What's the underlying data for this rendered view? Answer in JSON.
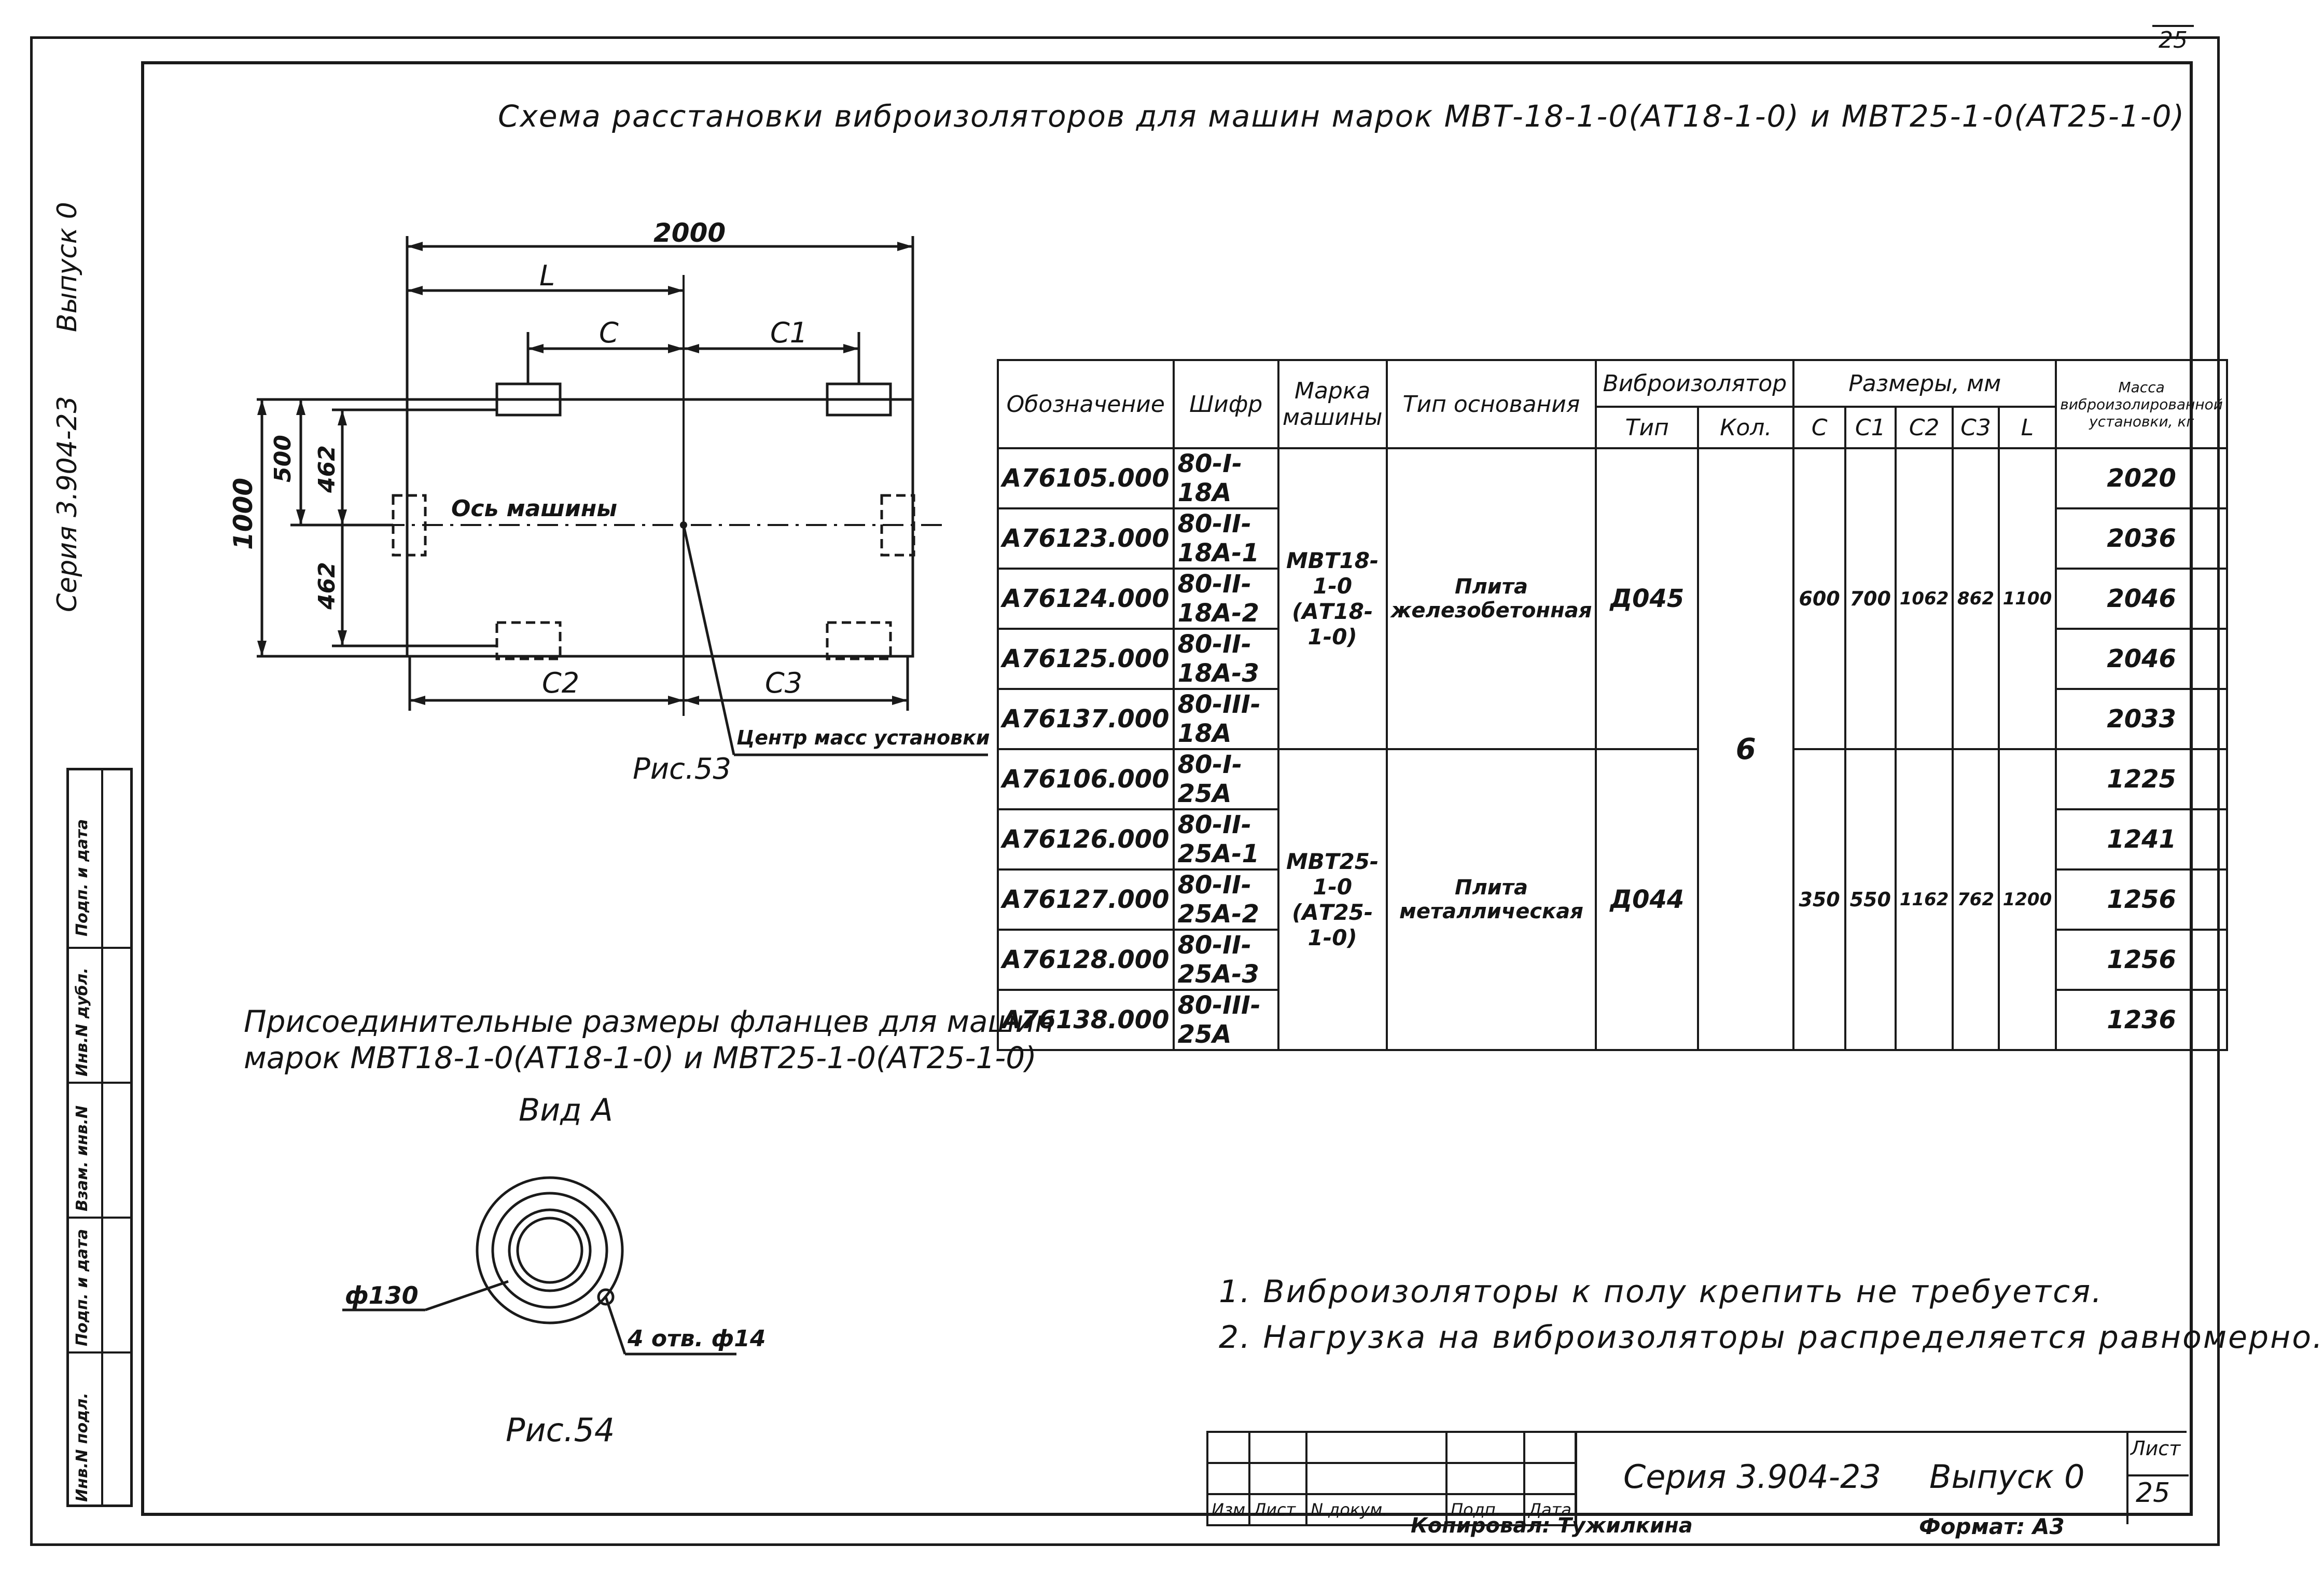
{
  "title": "Схема расстановки виброизоляторов для машин марок МВТ-18-1-0(АТ18-1-0) и МВТ25-1-0(АТ25-1-0)",
  "corner_sheet": "25",
  "side_label": {
    "series": "Серия 3.904-23",
    "issue": "Выпуск 0",
    "stamp_rows": [
      "Инв.N подл.",
      "Подп. и дата",
      "Взам. инв.N",
      "Инв.N дубл.",
      "Подп. и дата"
    ]
  },
  "fig53": {
    "caption": "Рис.53",
    "dim_total": "2000",
    "dim_L": "L",
    "dim_C": "C",
    "dim_C1": "C1",
    "dim_C2": "C2",
    "dim_C3": "C3",
    "dim_height": "1000",
    "dim_500": "500",
    "dim_462_top": "462",
    "dim_462_bottom": "462",
    "axis_label": "Ось машины",
    "center_label": "Центр масс установки"
  },
  "table": {
    "headers": {
      "designation": "Обозначение",
      "code": "Шифр",
      "machine": "Марка машины",
      "base": "Тип основания",
      "isolator": "Виброизолятор",
      "isolator_type": "Тип",
      "isolator_qty": "Кол.",
      "dims": "Размеры, мм",
      "dim_cols": [
        "C",
        "C1",
        "C2",
        "C3",
        "L"
      ],
      "mass": "Масса виброизолированной установки, кг"
    },
    "groups": [
      {
        "machine": "МВТ18-1-0 (АТ18-1-0)",
        "base": "Плита железобетонная",
        "isolator_type": "Д045",
        "dims": [
          "600",
          "700",
          "1062",
          "862",
          "1100"
        ],
        "rows": [
          {
            "designation": "А76105.000",
            "code": "80-I-18А",
            "mass": "2020"
          },
          {
            "designation": "А76123.000",
            "code": "80-II-18А-1",
            "mass": "2036"
          },
          {
            "designation": "А76124.000",
            "code": "80-II-18А-2",
            "mass": "2046"
          },
          {
            "designation": "А76125.000",
            "code": "80-II-18А-3",
            "mass": "2046"
          },
          {
            "designation": "А76137.000",
            "code": "80-III-18А",
            "mass": "2033"
          }
        ]
      },
      {
        "machine": "МВТ25-1-0 (АТ25-1-0)",
        "base": "Плита металлическая",
        "isolator_type": "Д044",
        "dims": [
          "350",
          "550",
          "1162",
          "762",
          "1200"
        ],
        "rows": [
          {
            "designation": "А76106.000",
            "code": "80-I-25А",
            "mass": "1225"
          },
          {
            "designation": "А76126.000",
            "code": "80-II-25А-1",
            "mass": "1241"
          },
          {
            "designation": "А76127.000",
            "code": "80-II-25А-2",
            "mass": "1256"
          },
          {
            "designation": "А76128.000",
            "code": "80-II-25А-3",
            "mass": "1256"
          },
          {
            "designation": "А76138.000",
            "code": "80-III-25А",
            "mass": "1236"
          }
        ]
      }
    ],
    "qty": "6"
  },
  "flange": {
    "heading_1": "Присоединительные размеры фланцев для машин",
    "heading_2": "марок МВТ18-1-0(АТ18-1-0) и МВТ25-1-0(АТ25-1-0)",
    "view": "Вид А",
    "dia_label": "ф130",
    "holes_label": "4 отв. ф14",
    "caption": "Рис.54"
  },
  "notes": [
    "1. Виброизоляторы к полу крепить не требуется.",
    "2. Нагрузка на виброизоляторы распределяется равномерно."
  ],
  "title_block": {
    "cols": [
      "Изм",
      "Лист",
      "N докум.",
      "Подп.",
      "Дата"
    ],
    "series": "Серия 3.904-23",
    "issue": "Выпуск 0",
    "sheet_label": "Лист",
    "sheet_no": "25",
    "copied": "Копировал: Тужилкина",
    "format": "Формат: А3"
  }
}
